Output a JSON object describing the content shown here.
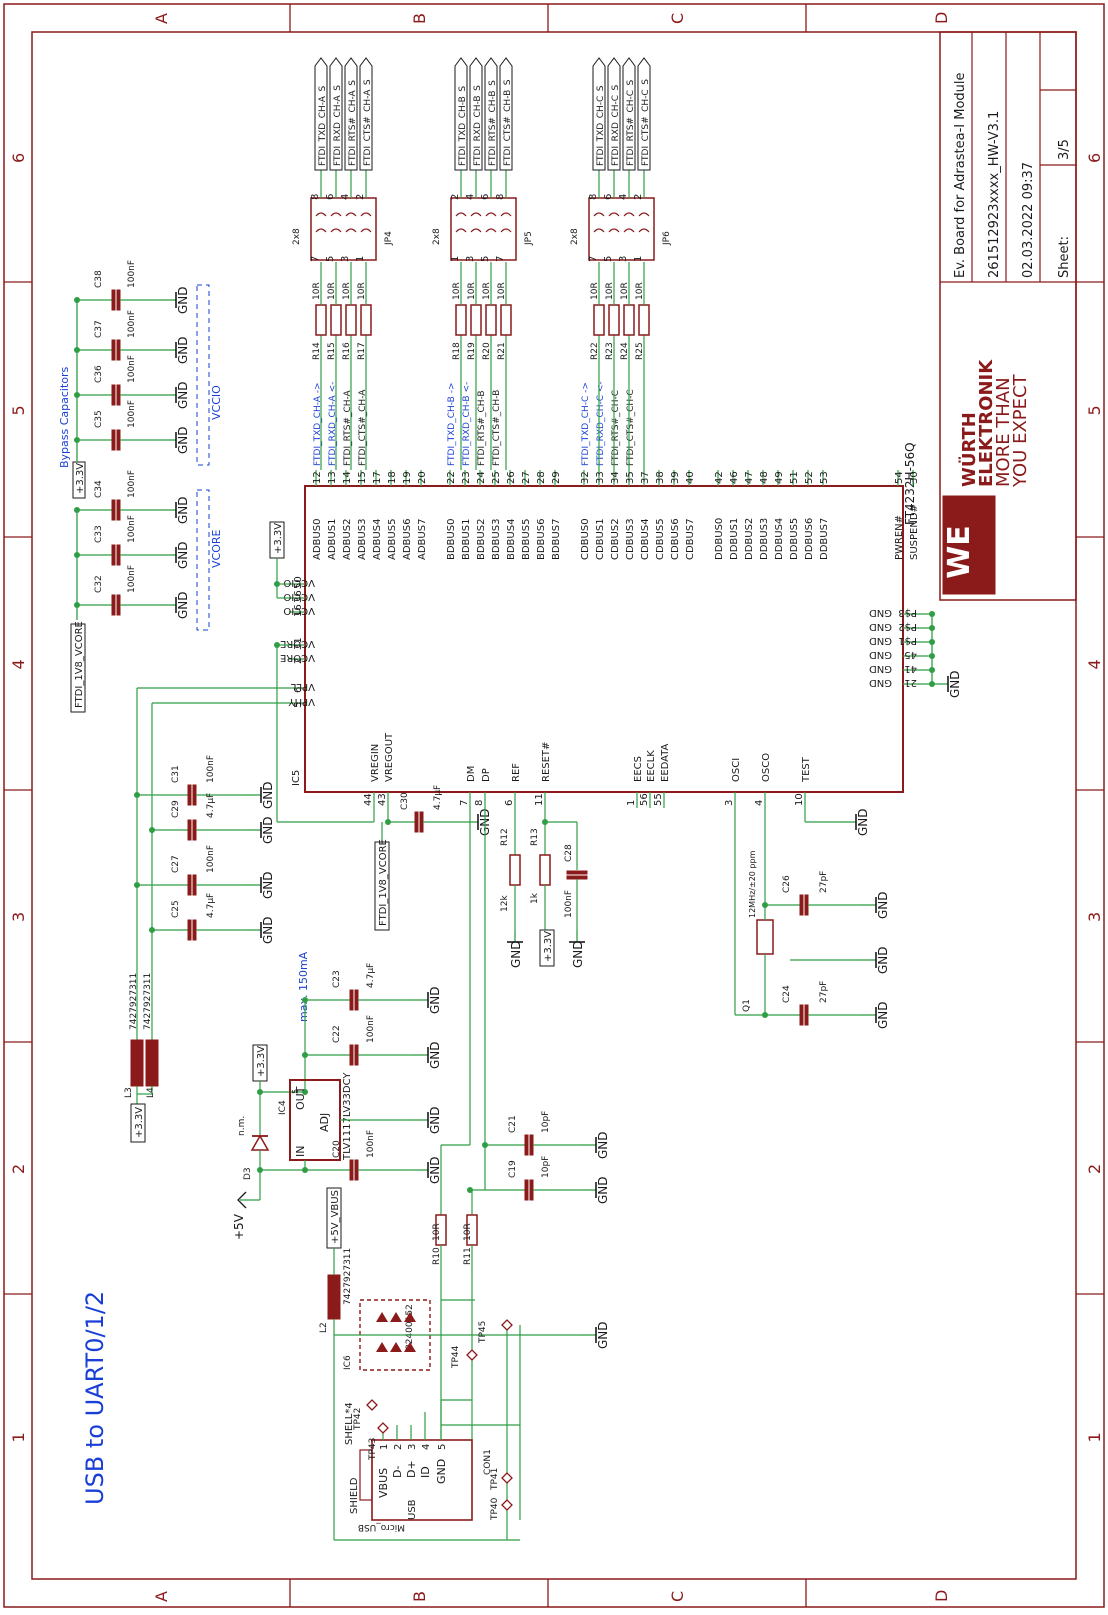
{
  "frame": {
    "zones_h": [
      "A",
      "B",
      "C",
      "D"
    ],
    "zones_v": [
      "6",
      "5",
      "4",
      "3",
      "2",
      "1"
    ]
  },
  "title": "USB to UART0/1/2",
  "title_block": {
    "module": "Ev. Board for Adrastea-I Module",
    "doc_number": "261512923xxxx_HW-V3.1",
    "date": "02.03.2022 09:37",
    "sheet_label": "Sheet:",
    "sheet_value": "3/5",
    "logo_text": [
      "WÜRTH",
      "ELEKTRONIK",
      "MORE THAN",
      "YOU EXPECT"
    ]
  },
  "colors": {
    "wire": "#2f9e44",
    "part": "#8b1a1a",
    "text": "#1a1a1a",
    "note": "#1a3fd6",
    "border": "#8b1a1a"
  },
  "labels": {
    "ic_name": "IC5",
    "ic_part": "FT4232H-56Q",
    "bypass": "Bypass Capacitors",
    "vccio": "VCCIO",
    "vcore": "VCORE",
    "max": "max. 150mA",
    "nm": "n.m.",
    "pwr_33": "+3.3V",
    "pwr_5v": "+5V",
    "pwr_5vbus": "+5V_VBUS",
    "net_vcore": "FTDI_1V8_VCORE",
    "gnd": "GND"
  },
  "ic_pins_top": [
    [
      "12",
      "ADBUS0",
      "FTDI_TXD_CH-A ->"
    ],
    [
      "13",
      "ADBUS1",
      "FTDI_RXD_CH-A <-"
    ],
    [
      "14",
      "ADBUS2",
      "FTDI_RTS#_CH-A"
    ],
    [
      "15",
      "ADBUS3",
      "FTDI_CTS#_CH-A"
    ],
    [
      "17",
      "ADBUS4",
      ""
    ],
    [
      "18",
      "ADBUS5",
      ""
    ],
    [
      "19",
      "ADBUS6",
      ""
    ],
    [
      "20",
      "ADBUS7",
      ""
    ],
    [
      "22",
      "BDBUS0",
      "FTDI_TXD_CH-B ->"
    ],
    [
      "23",
      "BDBUS1",
      "FTDI_RXD_CH-B <-"
    ],
    [
      "24",
      "BDBUS2",
      "FTDI_RTS#_CH-B"
    ],
    [
      "25",
      "BDBUS3",
      "FTDI_CTS#_CH-B"
    ],
    [
      "26",
      "BDBUS4",
      ""
    ],
    [
      "27",
      "BDBUS5",
      ""
    ],
    [
      "28",
      "BDBUS6",
      ""
    ],
    [
      "29",
      "BDBUS7",
      ""
    ],
    [
      "32",
      "CDBUS0",
      "FTDI_TXD_CH-C ->"
    ],
    [
      "33",
      "CDBUS1",
      "FTDI_RXD_CH-C <-"
    ],
    [
      "34",
      "CDBUS2",
      "FTDI_RTS#_CH-C"
    ],
    [
      "35",
      "CDBUS3",
      "FTDI_CTS#_CH-C"
    ],
    [
      "37",
      "CDBUS4",
      ""
    ],
    [
      "38",
      "CDBUS5",
      ""
    ],
    [
      "39",
      "CDBUS6",
      ""
    ],
    [
      "40",
      "CDBUS7",
      ""
    ],
    [
      "42",
      "DDBUS0",
      ""
    ],
    [
      "46",
      "DDBUS1",
      ""
    ],
    [
      "47",
      "DDBUS2",
      ""
    ],
    [
      "48",
      "DDBUS3",
      ""
    ],
    [
      "49",
      "DDBUS4",
      ""
    ],
    [
      "51",
      "DDBUS5",
      ""
    ],
    [
      "52",
      "DDBUS6",
      ""
    ],
    [
      "53",
      "DDBUS7",
      ""
    ],
    [
      "54",
      "PWREN#",
      ""
    ],
    [
      "30",
      "SUSPEND#",
      ""
    ]
  ],
  "ic_pins_left": [
    [
      "50",
      "VCCIO"
    ],
    [
      "36",
      "VCCIO"
    ],
    [
      "16",
      "VCCIO"
    ],
    [
      "31",
      "VCORE"
    ],
    [
      "2",
      "VCORE"
    ],
    [
      "6",
      "VPLL"
    ],
    [
      "5",
      "VPHY"
    ]
  ],
  "ic_pins_right": [
    [
      "P$3",
      "GND"
    ],
    [
      "P$2",
      "GND"
    ],
    [
      "P$1",
      "GND"
    ],
    [
      "45",
      "GND"
    ],
    [
      "41",
      "GND"
    ],
    [
      "21",
      "GND"
    ]
  ],
  "ic_pins_bottom": [
    [
      "44",
      "VREGIN"
    ],
    [
      "43",
      "VREGOUT"
    ],
    [
      "7",
      "DM"
    ],
    [
      "8",
      "DP"
    ],
    [
      "6",
      "REF"
    ],
    [
      "11",
      "RESET#"
    ],
    [
      "1",
      "EECS"
    ],
    [
      "56",
      "EECLK"
    ],
    [
      "55",
      "EEDATA"
    ],
    [
      "3",
      "OSCI"
    ],
    [
      "4",
      "OSCO"
    ],
    [
      "10",
      "TEST"
    ]
  ],
  "resistor_banks": [
    {
      "refs": [
        "R14",
        "R15",
        "R16",
        "R17"
      ],
      "value": "10R"
    },
    {
      "refs": [
        "R18",
        "R19",
        "R20",
        "R21"
      ],
      "value": "10R"
    },
    {
      "refs": [
        "R22",
        "R23",
        "R24",
        "R25"
      ],
      "value": "10R"
    }
  ],
  "headers": [
    {
      "ref": "JP4",
      "type": "2x8",
      "pins_odd": [
        "7",
        "5",
        "3",
        "1"
      ],
      "pins_even": [
        "8",
        "6",
        "4",
        "2"
      ],
      "nets": [
        "FTDI_TXD_CH-A_S",
        "FTDI_RXD_CH-A_S",
        "FTDI_RTS#_CH-A_S",
        "FTDI_CTS#_CH-A_S"
      ]
    },
    {
      "ref": "JP5",
      "type": "2x8",
      "pins_odd": [
        "1",
        "3",
        "5",
        "7"
      ],
      "pins_even": [
        "2",
        "4",
        "6",
        "8"
      ],
      "nets": [
        "FTDI_TXD_CH-B_S",
        "FTDI_RXD_CH-B_S",
        "FTDI_RTS#_CH-B_S",
        "FTDI_CTS#_CH-B_S"
      ]
    },
    {
      "ref": "JP6",
      "type": "2x8",
      "pins_odd": [
        "7",
        "5",
        "3",
        "1"
      ],
      "pins_even": [
        "8",
        "6",
        "4",
        "2"
      ],
      "nets": [
        "FTDI_TXD_CH-C_S",
        "FTDI_RXD_CH-C_S",
        "FTDI_RTS#_CH-C_S",
        "FTDI_CTS#_CH-C_S"
      ]
    }
  ],
  "bypass_caps": [
    [
      "C38",
      "100nF"
    ],
    [
      "C37",
      "100nF"
    ],
    [
      "C36",
      "100nF"
    ],
    [
      "C35",
      "100nF"
    ],
    [
      "C34",
      "100nF"
    ],
    [
      "C33",
      "100nF"
    ],
    [
      "C32",
      "100nF"
    ]
  ],
  "left_caps": [
    [
      "C31",
      "100nF"
    ],
    [
      "C29",
      "4.7µF"
    ],
    [
      "C27",
      "100nF"
    ],
    [
      "C25",
      "4.7µF"
    ]
  ],
  "reg_caps": [
    [
      "C23",
      "4.7µF"
    ],
    [
      "C22",
      "100nF"
    ],
    [
      "C20",
      "100nF"
    ]
  ],
  "misc_parts": {
    "c30": [
      "C30",
      "4.7µF"
    ],
    "r12": [
      "R12",
      "12k"
    ],
    "r13": [
      "R13",
      "1k"
    ],
    "c28": [
      "C28",
      "100nF"
    ],
    "c26": [
      "C26",
      "27pF"
    ],
    "c24": [
      "C24",
      "27pF"
    ],
    "q1": [
      "Q1",
      "12MHz/±20 ppm"
    ],
    "c21": [
      "C21",
      "10pF"
    ],
    "c19": [
      "C19",
      "10pF"
    ],
    "r10": [
      "R10",
      "10R"
    ],
    "r11": [
      "R11",
      "10R"
    ],
    "l3": [
      "L3",
      "7427927311"
    ],
    "l4": [
      "L4",
      "7427927311"
    ],
    "l2": [
      "L2",
      "7427927311"
    ],
    "ic4": [
      "IC4",
      "TLV1117LV33DCY",
      "IN",
      "OUT",
      "ADJ",
      "5"
    ],
    "d3": "D3",
    "ic6": [
      "IC6",
      "82400152"
    ],
    "con1": [
      "CON1",
      "Micro_USB",
      "VBUS",
      "D-",
      "D+",
      "ID",
      "GND",
      "SHIELD",
      "SHELL*4",
      "USB"
    ],
    "tps": [
      "TP42",
      "TP43",
      "TP44",
      "TP45",
      "TP40",
      "TP41"
    ]
  }
}
